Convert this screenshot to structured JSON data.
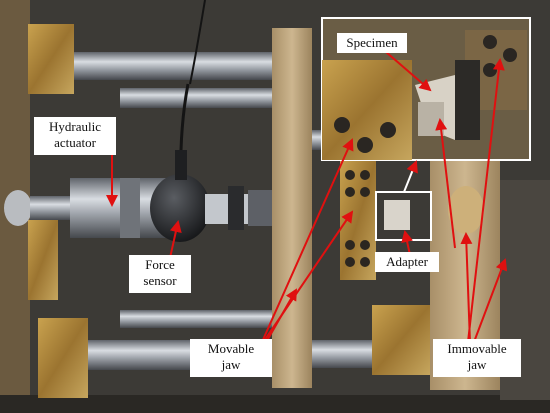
{
  "labels": {
    "hydraulic": [
      "Hydraulic",
      "actuator"
    ],
    "force": [
      "Force",
      "sensor"
    ],
    "specimen": "Specimen",
    "adapter": "Adapter",
    "movable": [
      "Movable",
      "jaw"
    ],
    "immovable": [
      "Immovable",
      "jaw"
    ]
  },
  "colors": {
    "arrow": "#e01010",
    "inset_border": "#ffffff",
    "brass": "#b08a3c",
    "steel": "#9a9fa6",
    "frame": "#c9b089"
  }
}
